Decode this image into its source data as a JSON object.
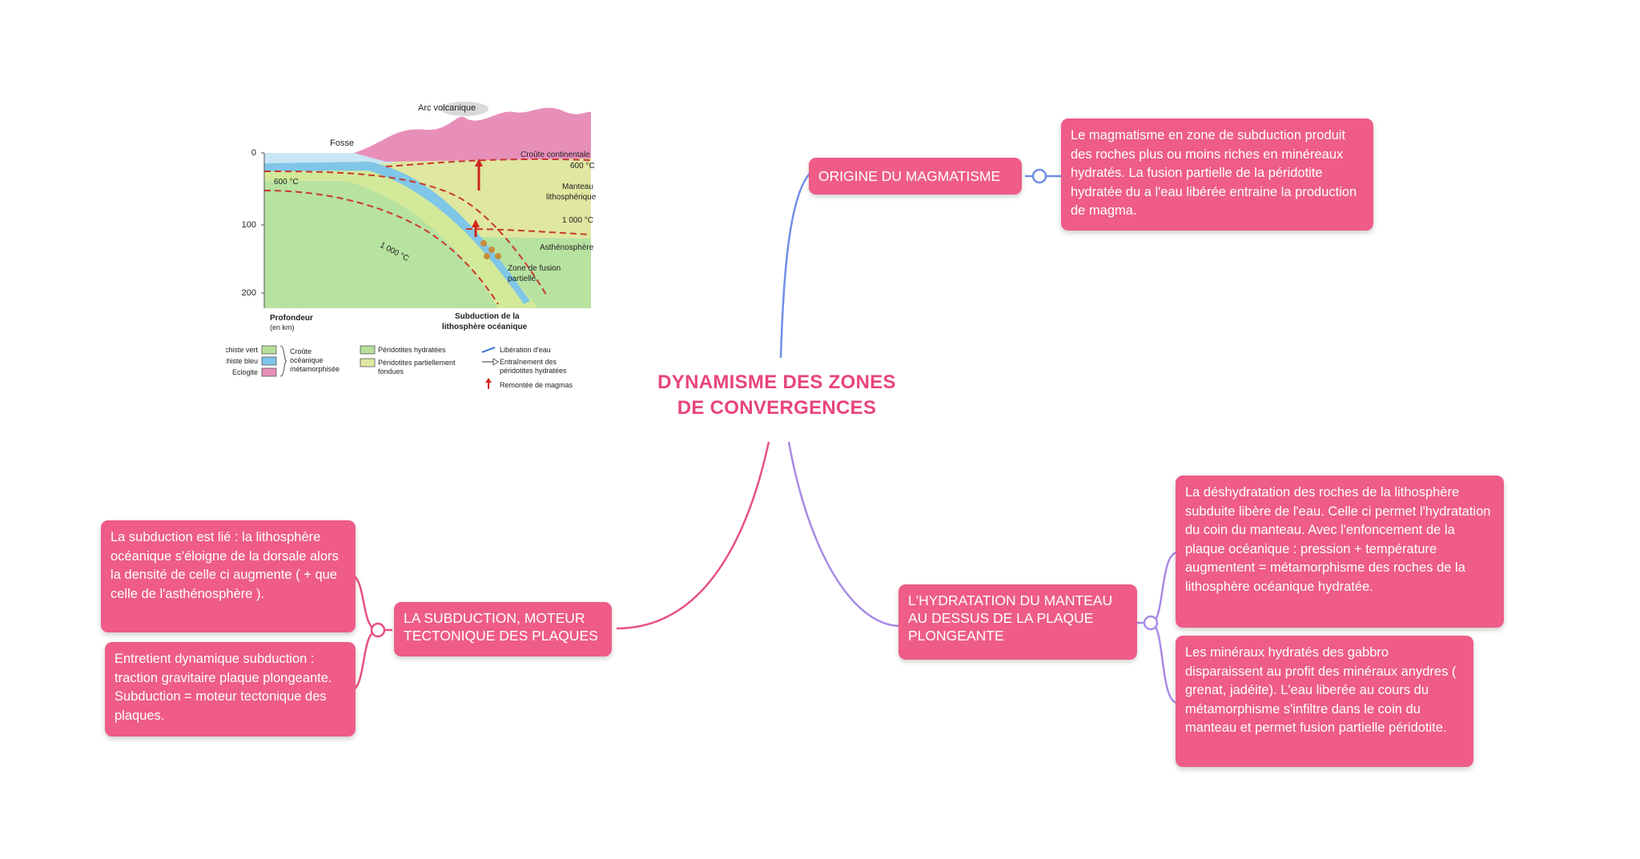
{
  "central": {
    "line1": "DYNAMISME DES ZONES",
    "line2": "DE CONVERGENCES"
  },
  "branches": {
    "magmatisme": {
      "label": "ORIGINE DU MAGMATISME",
      "leaves": [
        "Le magmatisme en zone de subduction produit des roches plus ou moins riches en minéreaux hydratés. La fusion partielle de la péridotite hydratée du a l'eau libérée entraine la production de magma."
      ]
    },
    "subduction": {
      "label": "LA SUBDUCTION, MOTEUR TECTONIQUE DES PLAQUES",
      "leaves": [
        "La subduction est lié : la lithosphère océanique s'éloigne de la dorsale alors la densité de celle ci augmente ( + que celle de l'asthénosphère ).",
        "Entretient dynamique subduction : traction gravitaire plaque plongeante. Subduction = moteur tectonique des plaques."
      ]
    },
    "hydratation": {
      "label": "L'HYDRATATION DU MANTEAU AU DESSUS DE LA PLAQUE PLONGEANTE",
      "leaves": [
        "La déshydratation des roches de la lithosphère subduite libère de l'eau. Celle ci permet l'hydratation du coin du manteau. Avec l'enfoncement de la plaque océanique : pression + température augmentent = métamorphisme des roches de la lithosphère océanique hydratée.",
        "Les minéraux hydratés des gabbro disparaissent au profit des minéraux anydres ( grenat, jadéite). L'eau liberée au cours du métamorphisme s'infiltre dans le coin du manteau et permet fusion partielle péridotite."
      ]
    }
  },
  "diagram": {
    "arc_volcanique": "Arc volcanique",
    "fosse": "Fosse",
    "croute_continentale": "Croûte continentale",
    "t600a": "600 °C",
    "t600b": "600 °C",
    "manteau1": "Manteau",
    "manteau2": "lithosphérique",
    "t1000a": "1 000 °C",
    "t1000b": "1 000 °C",
    "asthenosphere": "Asthénosphère",
    "fusion1": "Zone de fusion",
    "fusion2": "partielle",
    "depth0": "0",
    "depth100": "100",
    "depth200": "200",
    "profondeur1": "Profondeur",
    "profondeur2": "(en km)",
    "subduction1": "Subduction de la",
    "subduction2": "lithosphère océanique",
    "legend": {
      "schiste_vert": "Schiste vert",
      "schiste_bleu": "Schiste bleu",
      "eclogite": "Eclogite",
      "croute1": "Croûte",
      "croute2": "océanique",
      "croute3": "métamorphisée",
      "perid_hyd": "Péridotites hydratées",
      "perid_fond1": "Péridotites partiellement",
      "perid_fond2": "fondues",
      "lib_eau": "Libération d'eau",
      "entr1": "Entraînement des",
      "entr2": "péridotites hydratées",
      "remontee": "Remontée de magmas"
    }
  },
  "colors": {
    "accent": "#ee5c87",
    "title": "#e8457a",
    "line_magmatisme": "#6f8fe6",
    "line_subduction": "#e8507f",
    "line_hydratation": "#a88ae6"
  }
}
